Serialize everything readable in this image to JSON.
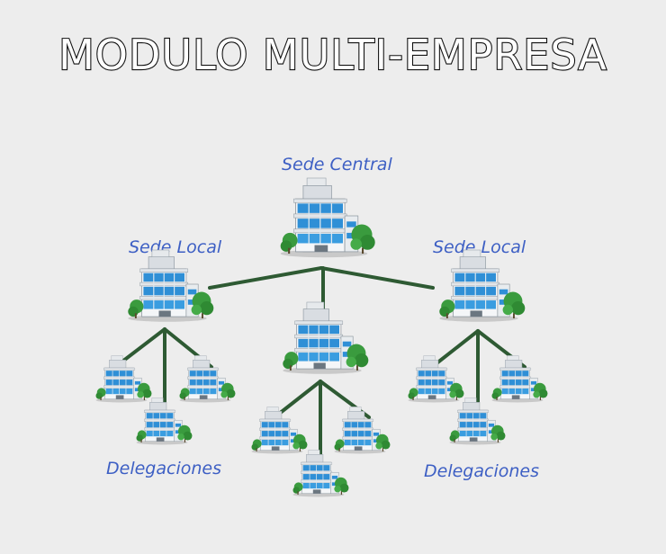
{
  "title": "MODULO MULTI-EMPRESA",
  "labels": {
    "central": "Sede Central",
    "local_left": "Sede Local",
    "local_right": "Sede Local",
    "delegaciones_left": "Delegaciones",
    "delegaciones_right": "Delegaciones"
  },
  "colors": {
    "connector": "#2e5a33",
    "label": "#3d5fc4",
    "tree": "#3a9b3e",
    "glass": "#2f8fd6"
  },
  "nodes": [
    {
      "id": "sede-central",
      "type": "building",
      "role": "central"
    },
    {
      "id": "sede-local-left",
      "type": "building",
      "role": "local"
    },
    {
      "id": "sede-local-middle",
      "type": "building",
      "role": "local"
    },
    {
      "id": "sede-local-right",
      "type": "building",
      "role": "local"
    },
    {
      "id": "delegacion-left-1",
      "type": "building",
      "role": "delegacion"
    },
    {
      "id": "delegacion-left-2",
      "type": "building",
      "role": "delegacion"
    },
    {
      "id": "delegacion-left-3",
      "type": "building",
      "role": "delegacion"
    },
    {
      "id": "delegacion-mid-1",
      "type": "building",
      "role": "delegacion"
    },
    {
      "id": "delegacion-mid-2",
      "type": "building",
      "role": "delegacion"
    },
    {
      "id": "delegacion-mid-3",
      "type": "building",
      "role": "delegacion"
    },
    {
      "id": "delegacion-right-1",
      "type": "building",
      "role": "delegacion"
    },
    {
      "id": "delegacion-right-2",
      "type": "building",
      "role": "delegacion"
    },
    {
      "id": "delegacion-right-3",
      "type": "building",
      "role": "delegacion"
    }
  ],
  "edges": [
    [
      "sede-central",
      "sede-local-left"
    ],
    [
      "sede-central",
      "sede-local-middle"
    ],
    [
      "sede-central",
      "sede-local-right"
    ],
    [
      "sede-local-left",
      "delegacion-left-1"
    ],
    [
      "sede-local-left",
      "delegacion-left-2"
    ],
    [
      "sede-local-left",
      "delegacion-left-3"
    ],
    [
      "sede-local-middle",
      "delegacion-mid-1"
    ],
    [
      "sede-local-middle",
      "delegacion-mid-2"
    ],
    [
      "sede-local-middle",
      "delegacion-mid-3"
    ],
    [
      "sede-local-right",
      "delegacion-right-1"
    ],
    [
      "sede-local-right",
      "delegacion-right-2"
    ],
    [
      "sede-local-right",
      "delegacion-right-3"
    ]
  ]
}
